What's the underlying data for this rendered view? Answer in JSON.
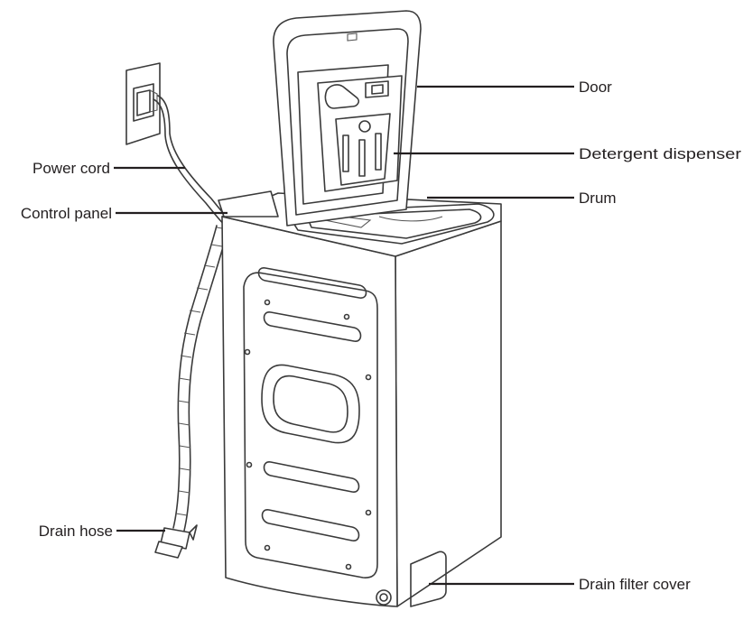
{
  "labels": {
    "door": "Door",
    "detergent_dispenser": "Detergent dispenser",
    "drum": "Drum",
    "power_cord": "Power cord",
    "control_panel": "Control panel",
    "drain_hose": "Drain hose",
    "drain_filter_cover": "Drain filter cover"
  },
  "colors": {
    "text": "#231f20",
    "line": "#3a3a3a"
  }
}
